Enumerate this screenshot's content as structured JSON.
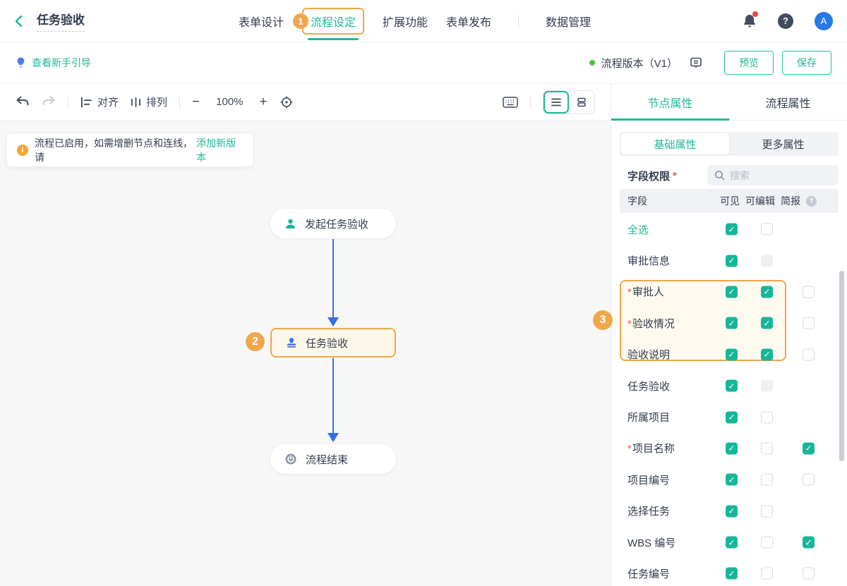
{
  "header": {
    "title": "任务验收",
    "tabs": [
      "表单设计",
      "流程设定",
      "扩展功能",
      "表单发布",
      "数据管理"
    ],
    "help": "?",
    "avatar": "A"
  },
  "badges": {
    "step1": "1",
    "step2": "2",
    "step3": "3"
  },
  "guide": {
    "link": "查看新手引导",
    "version": "流程版本（V1）",
    "preview": "预览",
    "save": "保存"
  },
  "toolbar": {
    "align": "对齐",
    "arrange": "排列",
    "minus": "−",
    "zoom": "100%",
    "plus": "+"
  },
  "panel": {
    "tabs": [
      "节点属性",
      "流程属性"
    ],
    "subtabs": [
      "基础属性",
      "更多属性"
    ],
    "field_permission": {
      "label": "字段权限",
      "required_mark": "*",
      "search_placeholder": "搜索",
      "help_mark": "?"
    },
    "columns": [
      "字段",
      "可见",
      "可编辑",
      "简报"
    ],
    "rows": [
      {
        "label": "全选",
        "link": true,
        "required": false,
        "visible": "checked",
        "editable": "unchecked",
        "brief": "none"
      },
      {
        "label": "审批信息",
        "link": false,
        "required": false,
        "visible": "checked",
        "editable": "disabled",
        "brief": "none"
      },
      {
        "label": "审批人",
        "link": false,
        "required": true,
        "visible": "checked",
        "editable": "checked",
        "brief": "unchecked",
        "highlight": true
      },
      {
        "label": "验收情况",
        "link": false,
        "required": true,
        "visible": "checked",
        "editable": "checked",
        "brief": "unchecked",
        "highlight": true
      },
      {
        "label": "验收说明",
        "link": false,
        "required": false,
        "visible": "checked",
        "editable": "checked",
        "brief": "unchecked",
        "highlight": true
      },
      {
        "label": "任务验收",
        "link": false,
        "required": false,
        "visible": "checked",
        "editable": "disabled",
        "brief": "none"
      },
      {
        "label": "所属项目",
        "link": false,
        "required": false,
        "visible": "checked",
        "editable": "unchecked",
        "brief": "none"
      },
      {
        "label": "项目名称",
        "link": false,
        "required": true,
        "visible": "checked",
        "editable": "unchecked",
        "brief": "checked"
      },
      {
        "label": "项目编号",
        "link": false,
        "required": false,
        "visible": "checked",
        "editable": "unchecked",
        "brief": "unchecked"
      },
      {
        "label": "选择任务",
        "link": false,
        "required": false,
        "visible": "checked",
        "editable": "unchecked",
        "brief": "none"
      },
      {
        "label": "WBS 编号",
        "link": false,
        "required": false,
        "visible": "checked",
        "editable": "unchecked",
        "brief": "checked"
      },
      {
        "label": "任务编号",
        "link": false,
        "required": false,
        "visible": "checked",
        "editable": "unchecked",
        "brief": "unchecked"
      }
    ]
  },
  "canvas": {
    "banner": {
      "text": "流程已启用，如需增删节点和连线，请",
      "link": "添加新版本"
    },
    "nodes": [
      {
        "label": "发起任务验收",
        "icon": "user-icon"
      },
      {
        "label": "任务验收",
        "icon": "stamp-icon"
      },
      {
        "label": "流程结束",
        "icon": "power-icon"
      }
    ]
  },
  "colors": {
    "teal": "#1fb999",
    "orange": "#f0a64b",
    "blue_connector": "#3370e8",
    "checkbox_green": "#16b798",
    "red": "#e8554d",
    "status_green": "#4fc241",
    "avatar_blue": "#2878e8",
    "canvas_bg": "#f7f7f8"
  }
}
